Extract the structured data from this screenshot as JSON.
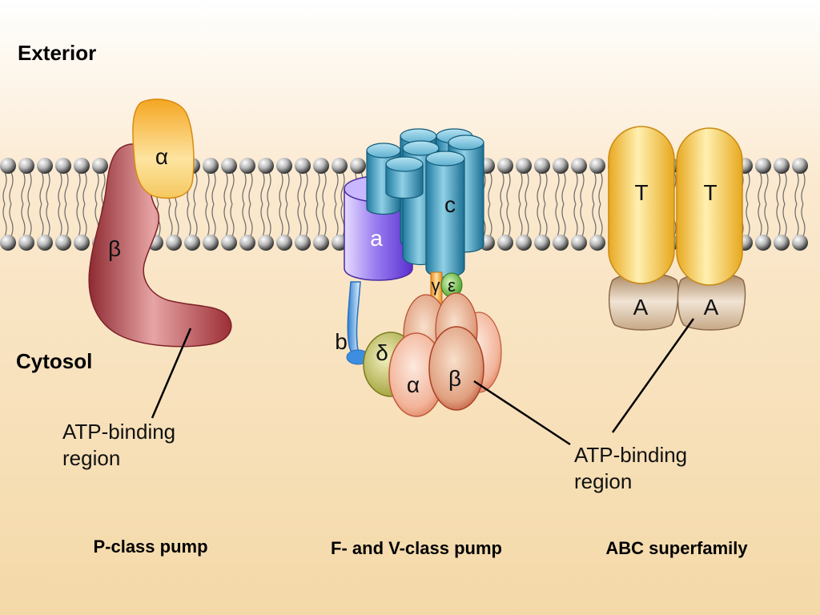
{
  "regions": {
    "exterior": "Exterior",
    "cytosol": "Cytosol"
  },
  "p_class": {
    "alpha": "α",
    "beta": "β",
    "atp_line1": "ATP-binding",
    "atp_line2": "region",
    "title": "P-class pump"
  },
  "fv_class": {
    "a": "a",
    "c": "c",
    "b": "b",
    "delta": "δ",
    "gamma": "γ",
    "epsilon": "ε",
    "alpha": "α",
    "beta": "β",
    "atp_line1": "ATP-binding",
    "atp_line2": "region",
    "title": "F- and V-class pump"
  },
  "abc": {
    "t1": "T",
    "t2": "T",
    "a1": "A",
    "a2": "A",
    "title": "ABC superfamily"
  },
  "colors": {
    "background_top": "#ffffff",
    "background_bottom": "#f4d9a8",
    "p_alpha": "#f5b330",
    "p_beta": "#b5444a",
    "fv_a": "#7b55e0",
    "fv_c": "#2f90b3",
    "fv_b": "#4e9fe0",
    "fv_delta": "#a8a83a",
    "fv_gamma": "#f2a23a",
    "fv_epsilon": "#5cbf3a",
    "fv_alpha": "#f2b8a0",
    "fv_beta": "#cc5a3c",
    "abc_t": "#f5c63c",
    "abc_a": "#bd9c7a"
  }
}
